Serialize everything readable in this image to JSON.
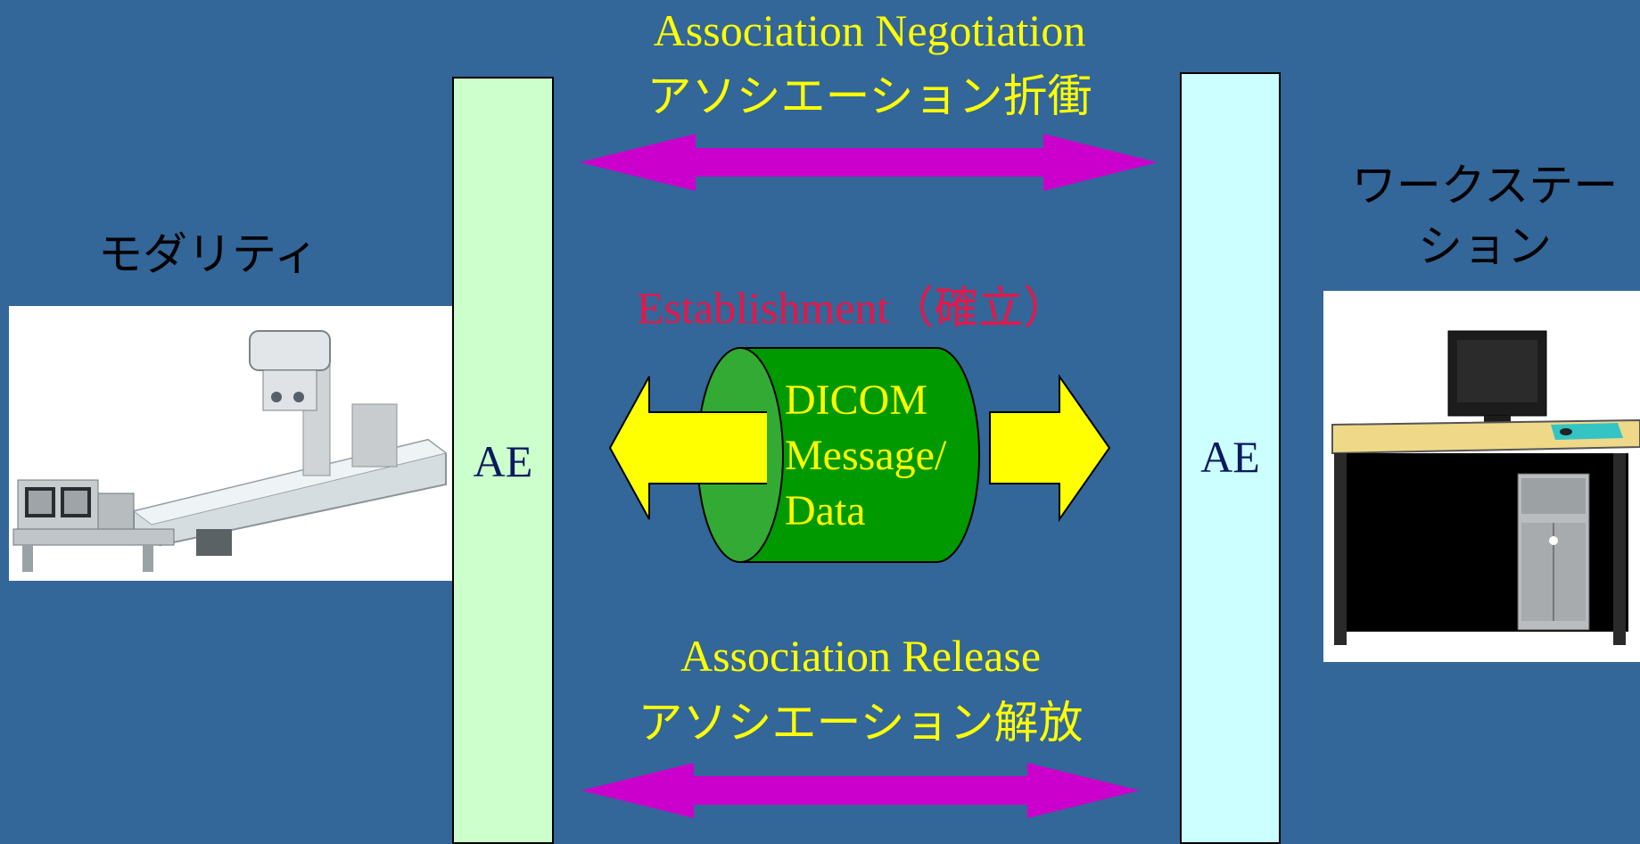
{
  "diagram": {
    "left_label": "モダリティ",
    "right_label_line1": "ワークステー",
    "right_label_line2": "ション",
    "ae_left": "AE",
    "ae_right": "AE",
    "negotiation_en": "Association Negotiation",
    "negotiation_jp": "アソシエーション折衝",
    "establishment": "Establishment（確立）",
    "message_line1": "DICOM",
    "message_line2": "Message/",
    "message_line3": "Data",
    "release_en": "Association Release",
    "release_jp": "アソシエーション解放"
  },
  "colors": {
    "background": "#336699",
    "ae_left": "#ccffcc",
    "ae_right": "#ccffff",
    "double_arrow": "#cc00cc",
    "block_arrow": "#ffff00",
    "cylinder_body": "#009900",
    "cylinder_face": "#33aa33",
    "establishment_text": "#e4174a",
    "yellow_text": "#ffff00"
  }
}
